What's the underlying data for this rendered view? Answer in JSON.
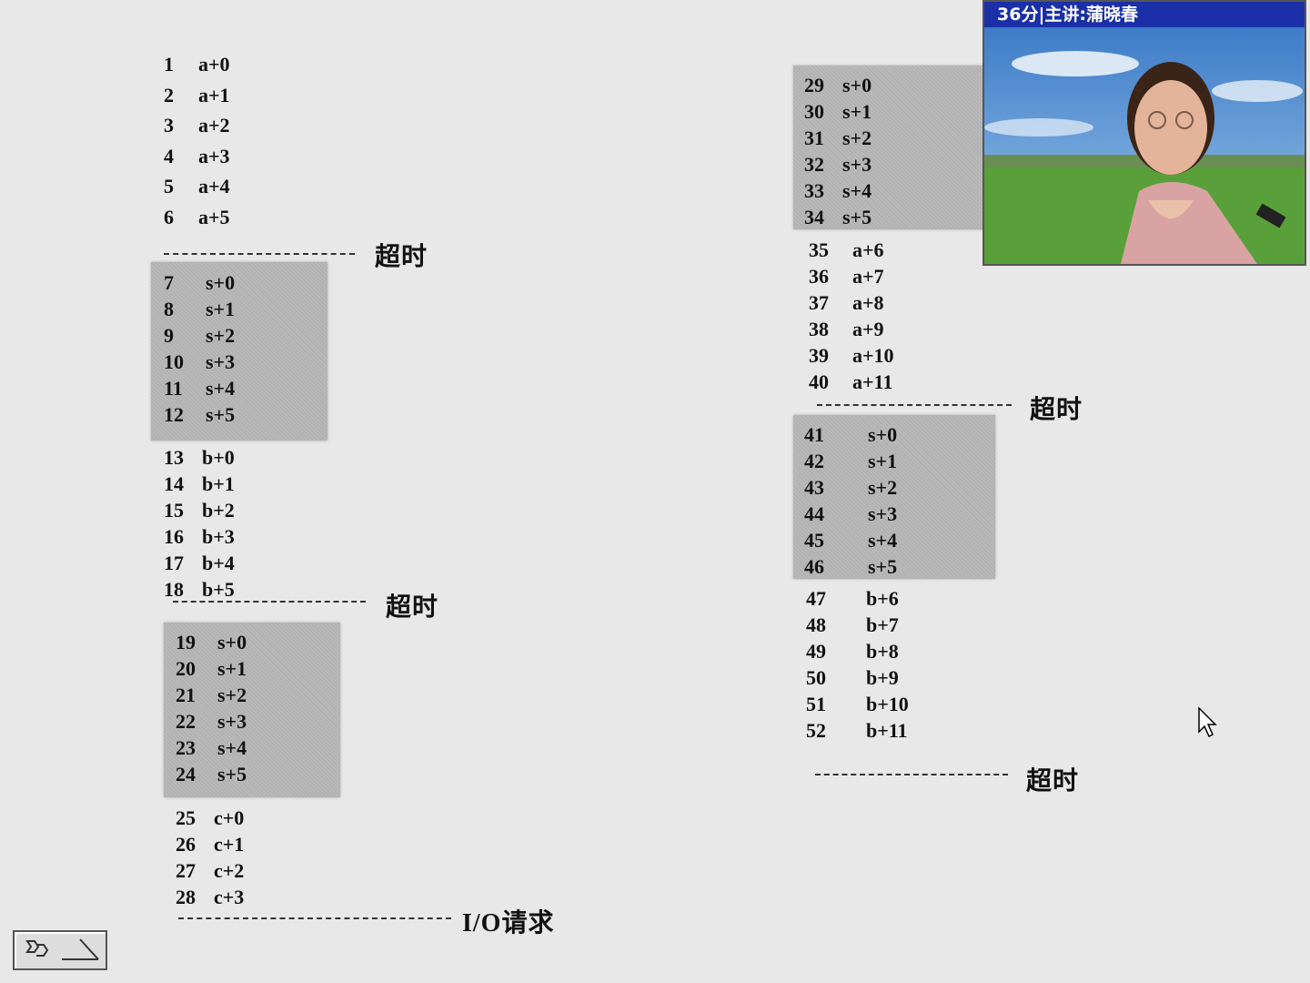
{
  "timeout_label": "超时",
  "io_label": "I/O请求",
  "video": {
    "title": "36分|主讲:蒲晓春"
  },
  "left_column": {
    "group1": [
      {
        "num": "1",
        "addr": "a+0"
      },
      {
        "num": "2",
        "addr": "a+1"
      },
      {
        "num": "3",
        "addr": "a+2"
      },
      {
        "num": "4",
        "addr": "a+3"
      },
      {
        "num": "5",
        "addr": "a+4"
      },
      {
        "num": "6",
        "addr": "a+5"
      }
    ],
    "group2": [
      {
        "num": "7",
        "addr": "s+0"
      },
      {
        "num": "8",
        "addr": "s+1"
      },
      {
        "num": "9",
        "addr": "s+2"
      },
      {
        "num": "10",
        "addr": "s+3"
      },
      {
        "num": "11",
        "addr": "s+4"
      },
      {
        "num": "12",
        "addr": "s+5"
      }
    ],
    "group3": [
      {
        "num": "13",
        "addr": "b+0"
      },
      {
        "num": "14",
        "addr": "b+1"
      },
      {
        "num": "15",
        "addr": "b+2"
      },
      {
        "num": "16",
        "addr": "b+3"
      },
      {
        "num": "17",
        "addr": "b+4"
      },
      {
        "num": "18",
        "addr": "b+5"
      }
    ],
    "group4": [
      {
        "num": "19",
        "addr": "s+0"
      },
      {
        "num": "20",
        "addr": "s+1"
      },
      {
        "num": "21",
        "addr": "s+2"
      },
      {
        "num": "22",
        "addr": "s+3"
      },
      {
        "num": "23",
        "addr": "s+4"
      },
      {
        "num": "24",
        "addr": "s+5"
      }
    ],
    "group5": [
      {
        "num": "25",
        "addr": "c+0"
      },
      {
        "num": "26",
        "addr": "c+1"
      },
      {
        "num": "27",
        "addr": "c+2"
      },
      {
        "num": "28",
        "addr": "c+3"
      }
    ]
  },
  "right_column": {
    "group6": [
      {
        "num": "29",
        "addr": "s+0"
      },
      {
        "num": "30",
        "addr": "s+1"
      },
      {
        "num": "31",
        "addr": "s+2"
      },
      {
        "num": "32",
        "addr": "s+3"
      },
      {
        "num": "33",
        "addr": "s+4"
      },
      {
        "num": "34",
        "addr": "s+5"
      }
    ],
    "group7": [
      {
        "num": "35",
        "addr": "a+6"
      },
      {
        "num": "36",
        "addr": "a+7"
      },
      {
        "num": "37",
        "addr": "a+8"
      },
      {
        "num": "38",
        "addr": "a+9"
      },
      {
        "num": "39",
        "addr": "a+10"
      },
      {
        "num": "40",
        "addr": "a+11"
      }
    ],
    "group8": [
      {
        "num": "41",
        "addr": "s+0"
      },
      {
        "num": "42",
        "addr": "s+1"
      },
      {
        "num": "43",
        "addr": "s+2"
      },
      {
        "num": "44",
        "addr": "s+3"
      },
      {
        "num": "45",
        "addr": "s+4"
      },
      {
        "num": "46",
        "addr": "s+5"
      }
    ],
    "group9": [
      {
        "num": "47",
        "addr": "b+6"
      },
      {
        "num": "48",
        "addr": "b+7"
      },
      {
        "num": "49",
        "addr": "b+8"
      },
      {
        "num": "50",
        "addr": "b+9"
      },
      {
        "num": "51",
        "addr": "b+10"
      },
      {
        "num": "52",
        "addr": "b+11"
      }
    ]
  }
}
